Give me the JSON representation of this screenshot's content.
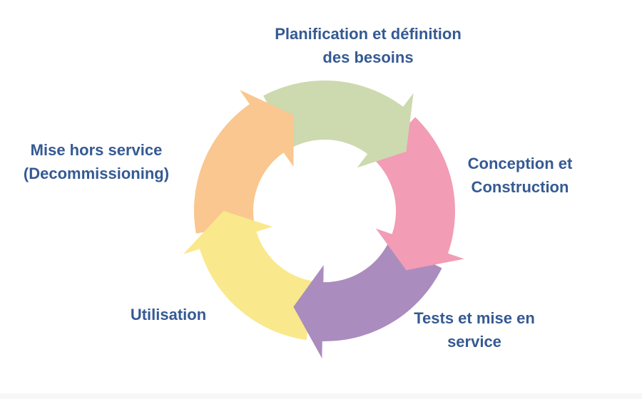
{
  "background": "#ffffff",
  "label_color": "#355A93",
  "bottom_strip_color": "#f7f7f8",
  "cycle": {
    "type": "cycle-diagram",
    "direction": "clockwise",
    "segments": [
      {
        "id": "planification",
        "color": "#CDD9AF",
        "tip_angle": 324,
        "label_lines": [
          "Planification et définition",
          "des besoins"
        ]
      },
      {
        "id": "conception",
        "color": "#F29CB5",
        "tip_angle": 36,
        "label_lines": [
          "Conception et",
          "Construction"
        ]
      },
      {
        "id": "tests",
        "color": "#AB8CBE",
        "tip_angle": 108,
        "label_lines": [
          "Tests et mise en",
          "service"
        ]
      },
      {
        "id": "utilisation",
        "color": "#FAE88C",
        "tip_angle": 180,
        "label_lines": [
          "Utilisation"
        ]
      },
      {
        "id": "decommissioning",
        "color": "#F9C78F",
        "tip_angle": 252,
        "label_lines": [
          "Mise hors service",
          "(Decommissioning)"
        ]
      }
    ]
  }
}
